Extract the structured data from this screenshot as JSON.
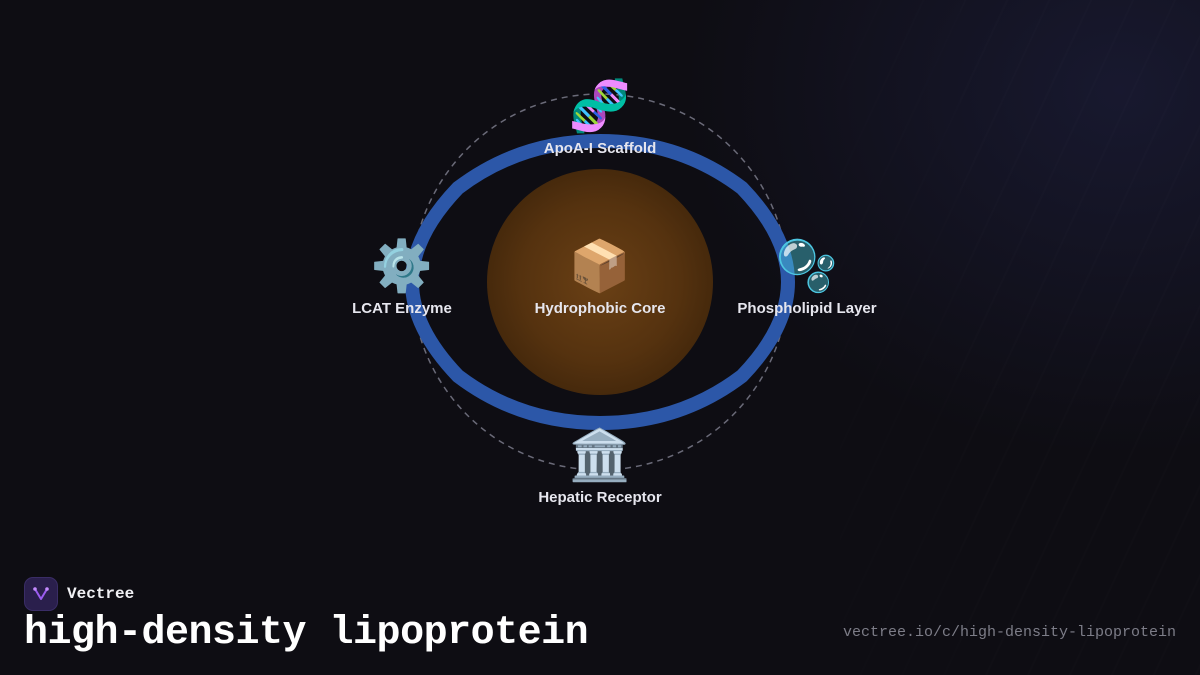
{
  "diagram": {
    "center": {
      "icon": "package-icon",
      "emoji": "📦",
      "label": "Hydrophobic Core"
    },
    "nodes": {
      "top": {
        "icon": "dna-icon",
        "emoji": "🧬",
        "label": "ApoA-I Scaffold"
      },
      "left": {
        "icon": "gear-icon",
        "emoji": "⚙️",
        "label": "LCAT Enzyme"
      },
      "right": {
        "icon": "bubbles-icon",
        "emoji": "🫧",
        "label": "Phospholipid Layer"
      },
      "bottom": {
        "icon": "classical-building-icon",
        "emoji": "🏛️",
        "label": "Hepatic Receptor"
      }
    },
    "colors": {
      "ring": "#2c57a8",
      "core": "#5a3510",
      "orbit": "#6a6a78"
    }
  },
  "footer": {
    "brand": "Vectree",
    "title": "high-density lipoprotein",
    "url": "vectree.io/c/high-density-lipoprotein"
  }
}
